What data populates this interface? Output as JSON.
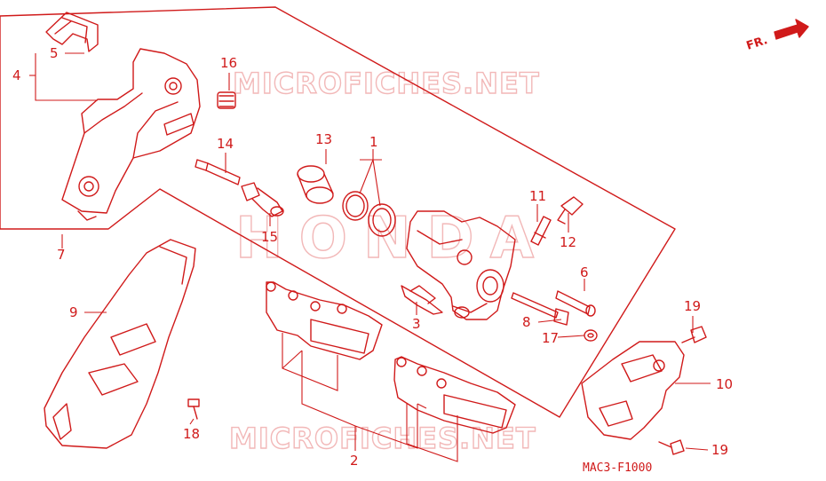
{
  "watermark_top": "MICROFICHES.NET",
  "watermark_bottom": "MICROFICHES.NET",
  "watermark_center": "HONDA",
  "direction_label": "FR.",
  "diagram_code": "MAC3-F1000",
  "line_color": "#d01a1a",
  "watermark_color": "#f2b8b8",
  "parts": {
    "p1": "1",
    "p2": "2",
    "p3": "3",
    "p4": "4",
    "p5": "5",
    "p6": "6",
    "p7": "7",
    "p8": "8",
    "p9": "9",
    "p10": "10",
    "p11": "11",
    "p12": "12",
    "p13": "13",
    "p14": "14",
    "p15": "15",
    "p16": "16",
    "p17": "17",
    "p18": "18",
    "p19a": "19",
    "p19b": "19"
  }
}
